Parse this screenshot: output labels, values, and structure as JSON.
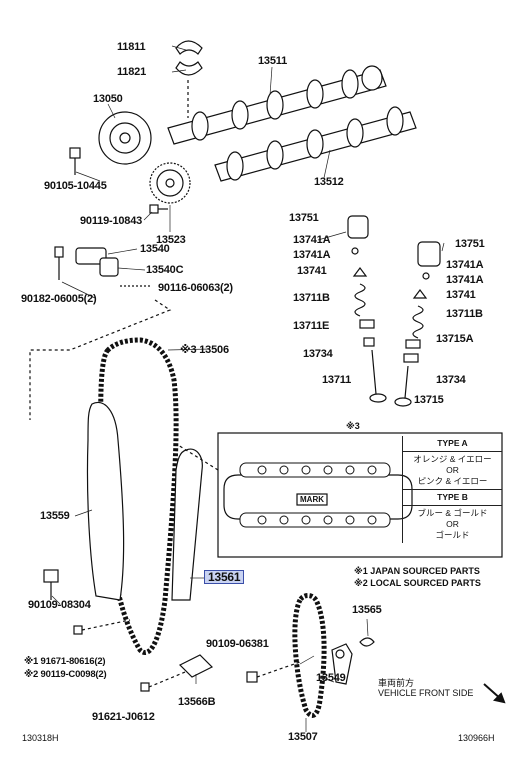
{
  "parts": [
    {
      "id": "p11811",
      "text": "11811"
    },
    {
      "id": "p11821",
      "text": "11821"
    },
    {
      "id": "p13511",
      "text": "13511"
    },
    {
      "id": "p13050",
      "text": "13050"
    },
    {
      "id": "p90105",
      "text": "90105-10445"
    },
    {
      "id": "p13512",
      "text": "13512"
    },
    {
      "id": "p90119a",
      "text": "90119-10843"
    },
    {
      "id": "p13523",
      "text": "13523"
    },
    {
      "id": "p13540",
      "text": "13540"
    },
    {
      "id": "p13540c",
      "text": "13540C"
    },
    {
      "id": "p90182",
      "text": "90182-06005(2)"
    },
    {
      "id": "p90116",
      "text": "90116-06063(2)"
    },
    {
      "id": "p13751l",
      "text": "13751"
    },
    {
      "id": "p13741al",
      "text": "13741A"
    },
    {
      "id": "p13741al2",
      "text": "13741A"
    },
    {
      "id": "p13741l",
      "text": "13741"
    },
    {
      "id": "p13711bl",
      "text": "13711B"
    },
    {
      "id": "p13711el",
      "text": "13711E"
    },
    {
      "id": "p13734l",
      "text": "13734"
    },
    {
      "id": "p13711",
      "text": "13711"
    },
    {
      "id": "p13751r",
      "text": "13751"
    },
    {
      "id": "p13741ar",
      "text": "13741A"
    },
    {
      "id": "p13741ar2",
      "text": "13741A"
    },
    {
      "id": "p13741r",
      "text": "13741"
    },
    {
      "id": "p13711br",
      "text": "13711B"
    },
    {
      "id": "p13715a",
      "text": "13715A"
    },
    {
      "id": "p13734r",
      "text": "13734"
    },
    {
      "id": "p13715",
      "text": "13715"
    },
    {
      "id": "p13506",
      "text": "※3 13506"
    },
    {
      "id": "p13559",
      "text": "13559"
    },
    {
      "id": "p90109a",
      "text": "90109-08304"
    },
    {
      "id": "p13565",
      "text": "13565"
    },
    {
      "id": "p90109b",
      "text": "90109-06381"
    },
    {
      "id": "p91671",
      "text": "※1 91671-80616(2)"
    },
    {
      "id": "p90119b",
      "text": "※2 90119-C0098(2)"
    },
    {
      "id": "p13566b",
      "text": "13566B"
    },
    {
      "id": "p13549",
      "text": "13549"
    },
    {
      "id": "p91621",
      "text": "91621-J0612"
    },
    {
      "id": "p13507",
      "text": "13507"
    }
  ],
  "highlighted_part": "13561",
  "inset": {
    "marker": "※3",
    "mark_label": "MARK",
    "type_a": {
      "title": "TYPE A",
      "line1": "オレンジ & イエロー",
      "or": "OR",
      "line2": "ピンク & イエロー"
    },
    "type_b": {
      "title": "TYPE B",
      "line1": "ブルー & ゴールド",
      "or": "OR",
      "line2": "ゴールド"
    }
  },
  "notes": {
    "japan": "※1 JAPAN SOURCED PARTS",
    "local": "※2 LOCAL SOURCED PARTS",
    "front_jp": "車両前方",
    "front_en": "VEHICLE FRONT SIDE"
  },
  "codes": {
    "left": "130318H",
    "right": "130966H"
  }
}
